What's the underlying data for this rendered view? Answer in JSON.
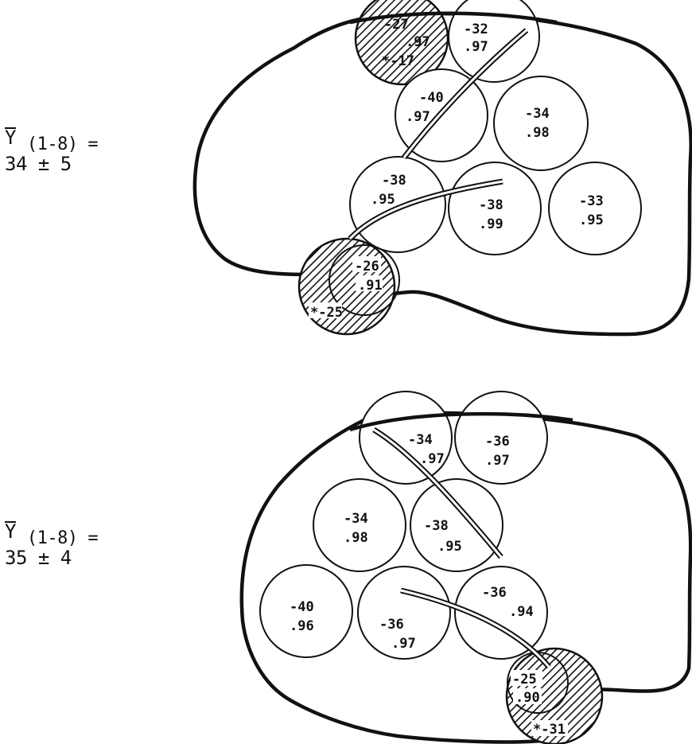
{
  "top_panel": {
    "y_label": "Y",
    "y_subscript": "(1-8) =",
    "y_value": "34 ± 5",
    "circles": [
      {
        "a": "-27",
        "b": ".97",
        "c": "*-17"
      },
      {
        "a": "-32",
        "b": ".97"
      },
      {
        "a": "-40",
        "b": ".97"
      },
      {
        "a": "-34",
        "b": ".98"
      },
      {
        "a": "-38",
        "b": ".95"
      },
      {
        "a": "-38",
        "b": ".99"
      },
      {
        "a": "-33",
        "b": ".95"
      },
      {
        "a": "-26",
        "b": ".91",
        "c": "*-25"
      }
    ]
  },
  "bottom_panel": {
    "y_label": "Y",
    "y_subscript": "(1-8) =",
    "y_value": "35 ± 4",
    "circles": [
      {
        "a": "-34",
        "b": ".97"
      },
      {
        "a": "-36",
        "b": ".97"
      },
      {
        "a": "-34",
        "b": ".98"
      },
      {
        "a": "-38",
        "b": ".95"
      },
      {
        "a": "-40",
        "b": ".96"
      },
      {
        "a": "-36",
        "b": ".97"
      },
      {
        "a": "-36",
        "b": ".94"
      },
      {
        "a": "-25",
        "b": ".90",
        "c": "*-31"
      }
    ]
  }
}
